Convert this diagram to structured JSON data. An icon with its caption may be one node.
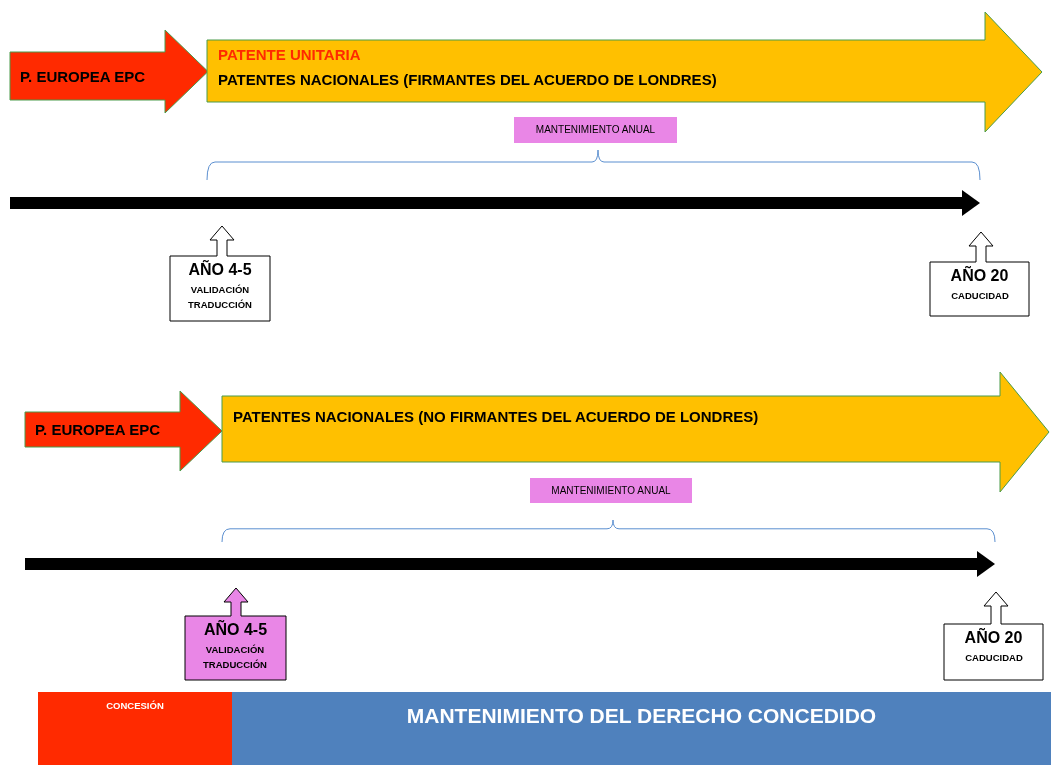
{
  "diagram": {
    "nodes": [
      {
        "text": [
          "P. EUROPEA EPC"
        ]
      },
      {
        "text": [
          "PATENTE UNITARIA",
          "PATENTES NACIONALES (FIRMANTES DEL ACUERDO DE LONDRES)"
        ]
      },
      {
        "text": [
          "MANTENIMIENTO ANUAL"
        ]
      },
      {
        "text": [
          "AÑO 4-5",
          "VALIDACIÓN TRADUCCIÓN"
        ]
      },
      {
        "text": [
          "AÑO 20",
          "CADUCIDAD"
        ]
      },
      {
        "text": [
          "P. EUROPEA EPC"
        ]
      },
      {
        "text": [
          "PATENTES NACIONALES (NO FIRMANTES DEL ACUERDO DE LONDRES)"
        ]
      },
      {
        "text": [
          "MANTENIMIENTO ANUAL"
        ]
      },
      {
        "text": [
          "AÑO 4-5",
          "VALIDACIÓN TRADUCCIÓN"
        ]
      },
      {
        "text": [
          "AÑO 20",
          "CADUCIDAD"
        ]
      },
      {
        "text": [
          "CONCESIÓN"
        ]
      },
      {
        "text": [
          "MANTENIMIENTO DEL DERECHO CONCEDIDO"
        ]
      }
    ]
  }
}
